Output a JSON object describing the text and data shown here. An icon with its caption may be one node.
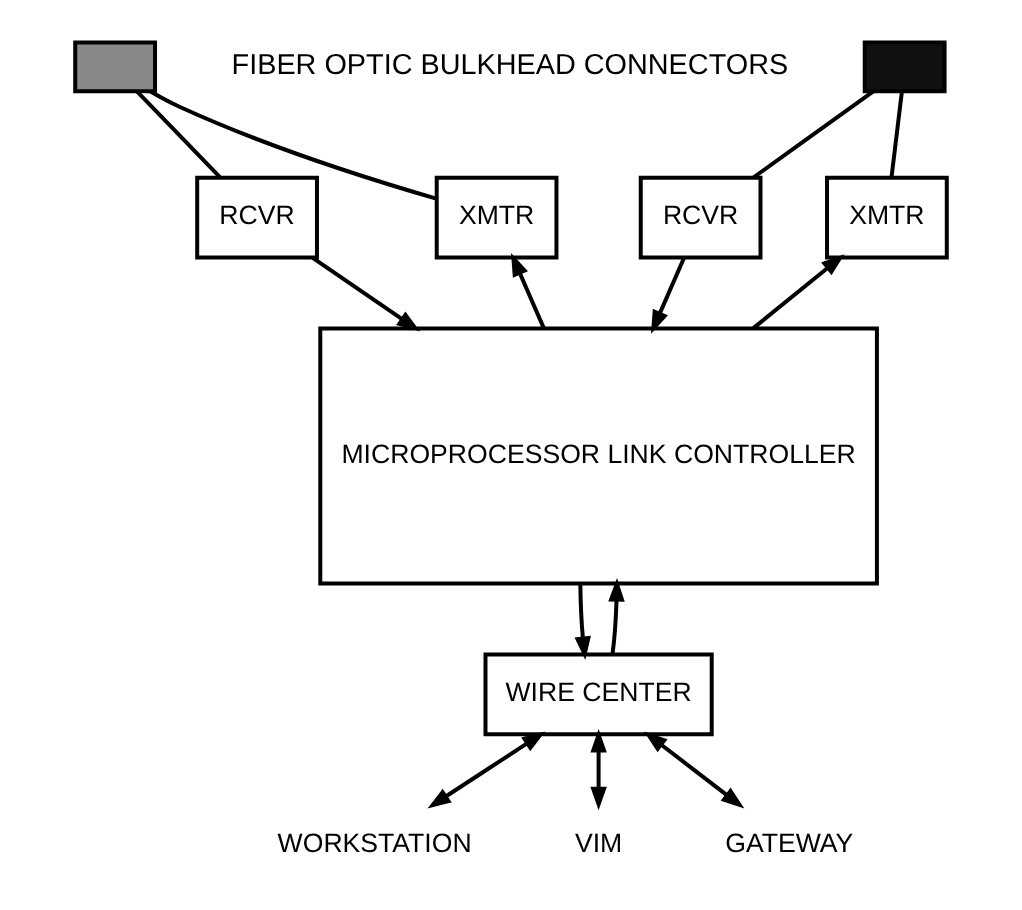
{
  "diagram": {
    "nodes": [
      {
        "text": [],
        "shape": "box"
      },
      {
        "text": [],
        "shape": "box"
      },
      {
        "text": [
          "RCVR"
        ]
      },
      {
        "text": [
          "XMTR"
        ]
      },
      {
        "text": [
          "RCVR"
        ]
      },
      {
        "text": [
          "XMTR"
        ]
      },
      {
        "text": [
          "MICROPROCESSOR LINK CONTROLLER"
        ]
      },
      {
        "text": [
          "WIRE CENTER"
        ]
      },
      {
        "text": [
          "WORKSTATION"
        ]
      },
      {
        "text": [
          "VIM"
        ]
      },
      {
        "text": [
          "GATEWAY"
        ]
      }
    ],
    "edges": [
      {
        "from": 0,
        "to": 2,
        "arrow": "none"
      },
      {
        "from": 0,
        "to": 3,
        "arrow": "none"
      },
      {
        "from": 1,
        "to": 4,
        "arrow": "none"
      },
      {
        "from": 1,
        "to": 5,
        "arrow": "none"
      },
      {
        "from": 2,
        "to": 6,
        "arrow": "to"
      },
      {
        "from": 6,
        "to": 3,
        "arrow": "to"
      },
      {
        "from": 4,
        "to": 6,
        "arrow": "to"
      },
      {
        "from": 6,
        "to": 5,
        "arrow": "to"
      },
      {
        "from": 7,
        "to": 6,
        "arrow": "to"
      },
      {
        "from": 6,
        "to": 7,
        "arrow": "to"
      },
      {
        "from": 7,
        "to": 8,
        "arrow": "both"
      },
      {
        "from": 7,
        "to": 9,
        "arrow": "both"
      },
      {
        "from": 7,
        "to": 10,
        "arrow": "both"
      }
    ],
    "labels": [
      "FIBER OPTIC BULKHEAD CONNECTORS"
    ]
  }
}
